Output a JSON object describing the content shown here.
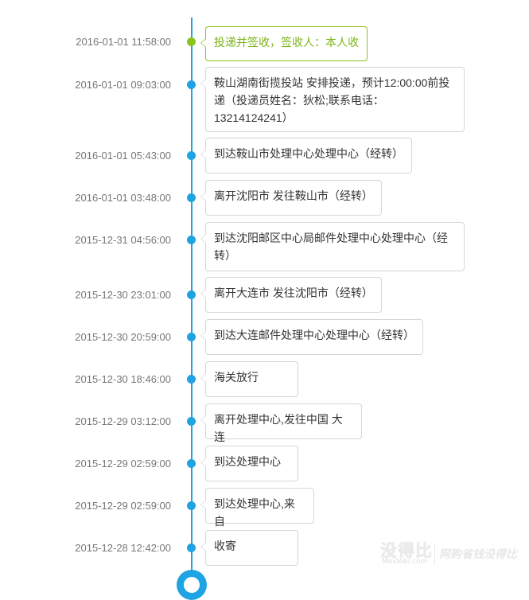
{
  "tracking": {
    "events": [
      {
        "time": "2016-01-01 11:58:00",
        "text": "投递并签收，签收人：本人收",
        "latest": true
      },
      {
        "time": "2016-01-01 09:03:00",
        "text": "鞍山湖南街揽投站 安排投递，预计12:00:00前投递（投递员姓名：狄松;联系电话：13214124241）"
      },
      {
        "time": "2016-01-01 05:43:00",
        "text": "到达鞍山市处理中心处理中心（经转）"
      },
      {
        "time": "2016-01-01 03:48:00",
        "text": "离开沈阳市 发往鞍山市（经转）"
      },
      {
        "time": "2015-12-31 04:56:00",
        "text": "到达沈阳邮区中心局邮件处理中心处理中心（经转）"
      },
      {
        "time": "2015-12-30 23:01:00",
        "text": "离开大连市 发往沈阳市（经转）"
      },
      {
        "time": "2015-12-30 20:59:00",
        "text": "到达大连邮件处理中心处理中心（经转）"
      },
      {
        "time": "2015-12-30 18:46:00",
        "text": "海关放行"
      },
      {
        "time": "2015-12-29 03:12:00",
        "text": "离开处理中心,发往中国 大连"
      },
      {
        "time": "2015-12-29 02:59:00",
        "text": "到达处理中心"
      },
      {
        "time": "2015-12-29 02:59:00",
        "text": "到达处理中心,来自"
      },
      {
        "time": "2015-12-28 12:42:00",
        "text": "收寄"
      }
    ]
  },
  "watermark": {
    "brand": "没得比",
    "domain": "Meidebi.com",
    "slogan": "网购省钱没得比"
  },
  "colors": {
    "timeline": "#1ea3e3",
    "latest": "#8dc21f",
    "time_text": "#777777",
    "bubble_border": "#d6d6d6"
  }
}
